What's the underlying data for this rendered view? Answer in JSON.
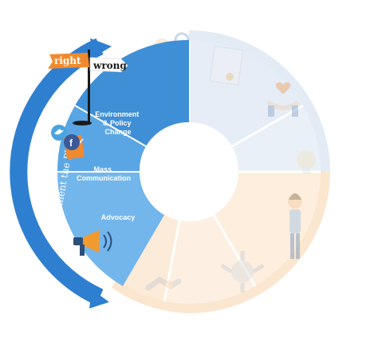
{
  "diagram": {
    "arc_label": "Implement the Plan",
    "segments": [
      {
        "label_lines": [
          "Environment",
          "& Policy",
          "Change"
        ]
      },
      {
        "label_lines": [
          "Mass",
          "Communication"
        ]
      },
      {
        "label_lines": [
          "Advocacy"
        ]
      }
    ],
    "sign": {
      "right": "right",
      "wrong": "wrong"
    },
    "icons": [
      "flag-sign-icon",
      "twitter-icon",
      "facebook-icon",
      "envelope-icon",
      "megaphone-icon",
      "presenter-figure-icon",
      "certificate-icon",
      "hands-heart-icon",
      "stick-figure-icon",
      "team-hands-icon",
      "handshake-icon",
      "lightbulb-icon"
    ],
    "colors": {
      "segment_top": "#3f8fd6",
      "segment_middle": "#5aa6e4",
      "segment_bottom": "#72b6ec",
      "arc_arrow": "#2f7fd0",
      "faded_blue": "#e3ebf5",
      "faded_orange": "#fbe6cf",
      "sign_orange": "#f08a2e",
      "megaphone": "#f39a2c",
      "twitter": "#4aa3df",
      "facebook": "#3b5998"
    }
  }
}
